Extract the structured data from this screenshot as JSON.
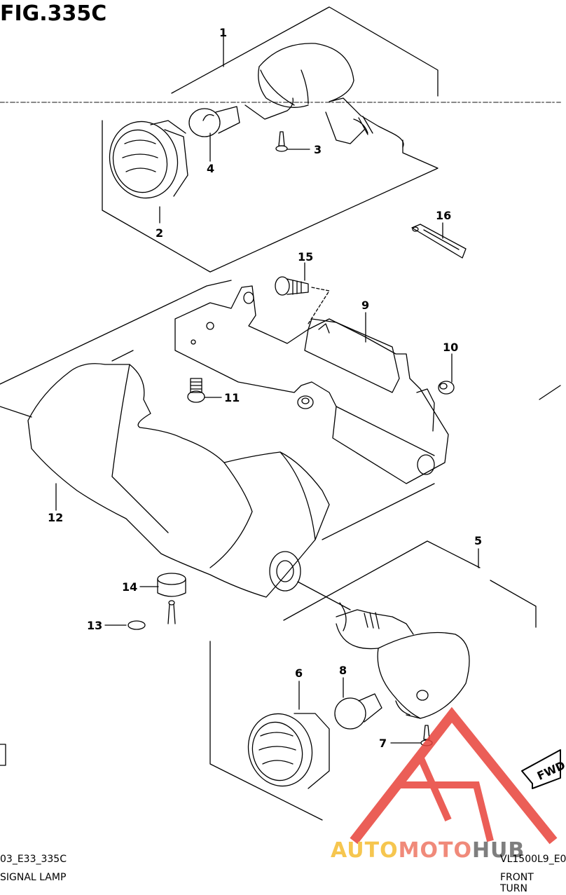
{
  "figure": {
    "title": "FIG.335C",
    "footer_left_code": "03_E33_335C",
    "footer_left_name": "SIGNAL LAMP",
    "footer_right_code": "VL1500L9_E0",
    "footer_right_name": "FRONT TURN",
    "direction_badge": "FWD"
  },
  "watermark": {
    "part1": "AUTO",
    "part2": "MOTO",
    "part3": "HUB"
  },
  "callouts": [
    "1",
    "2",
    "3",
    "4",
    "5",
    "6",
    "7",
    "8",
    "9",
    "10",
    "11",
    "12",
    "13",
    "14",
    "15",
    "16"
  ],
  "colors": {
    "line": "#000000",
    "watermark_red": "#e8423a",
    "watermark_yellow": "#f6c64f"
  }
}
